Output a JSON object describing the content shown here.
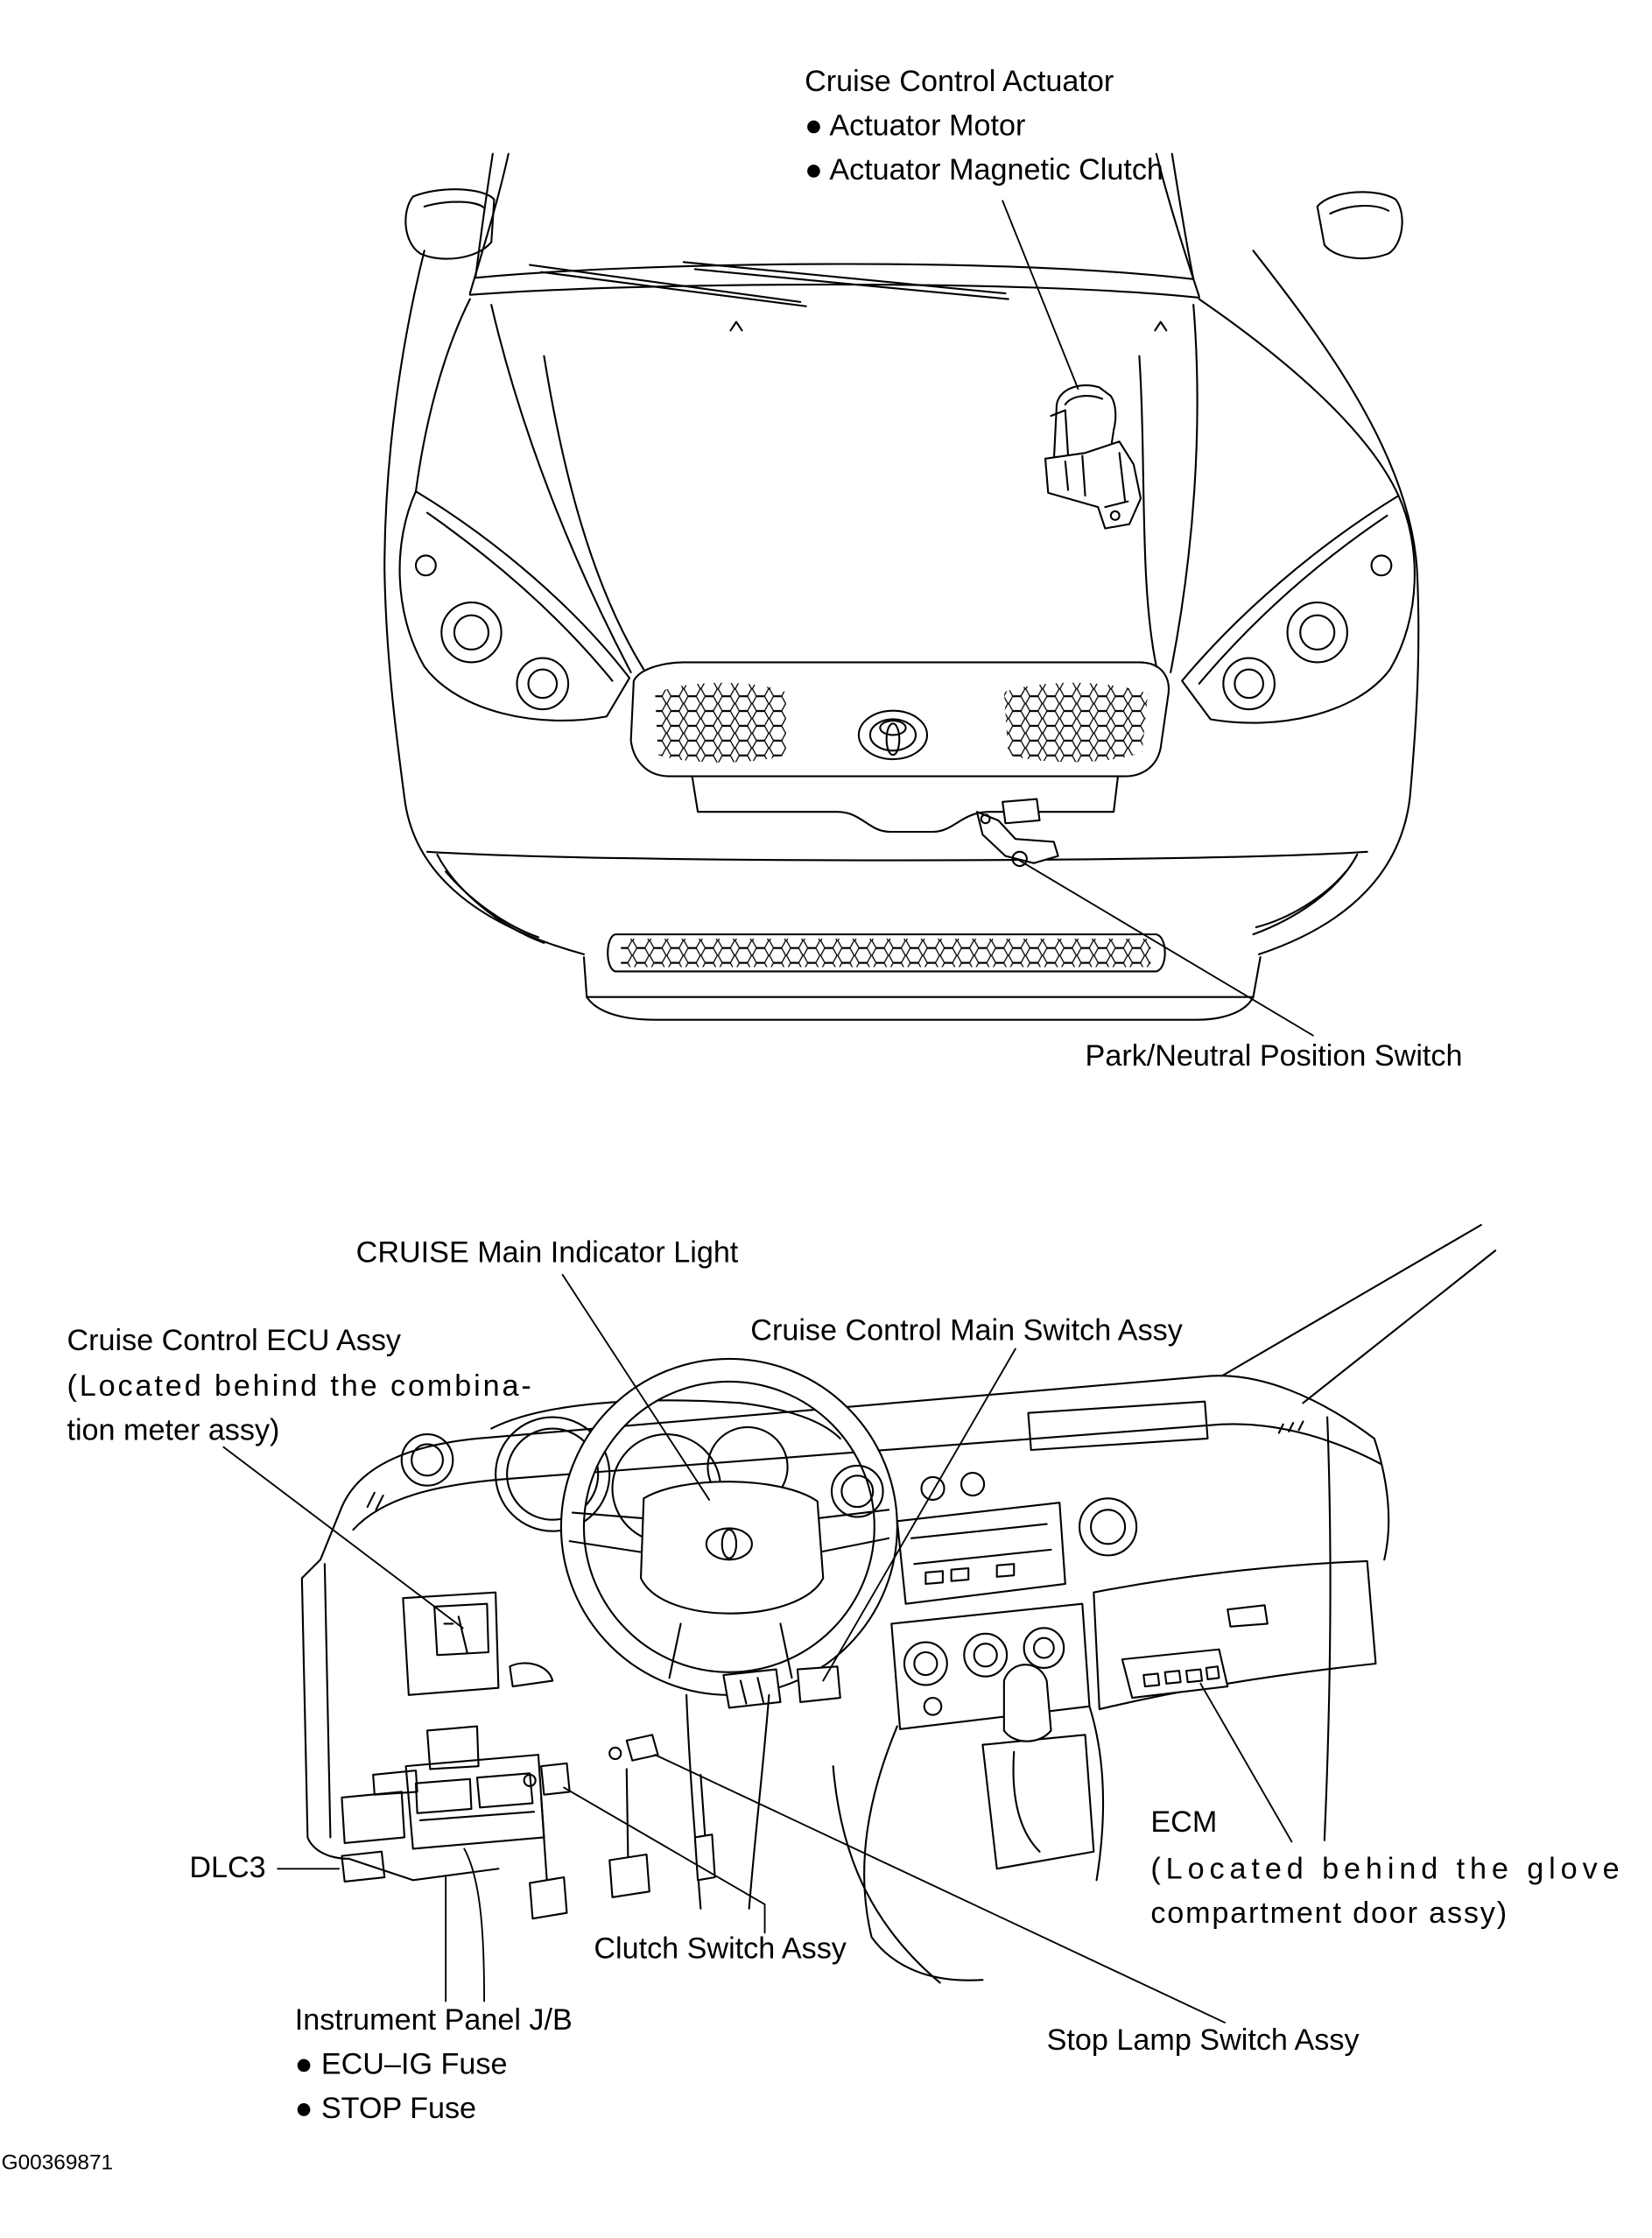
{
  "labels": {
    "actuator": {
      "title": "Cruise Control Actuator",
      "items": [
        "● Actuator Motor",
        "● Actuator Magnetic Clutch"
      ]
    },
    "park_neutral": "Park/Neutral Position Switch",
    "indicator_light": "CRUISE Main Indicator Light",
    "ecu": {
      "title": "Cruise Control ECU Assy",
      "note_lines": [
        "(Located behind the combina-",
        "tion meter assy)"
      ]
    },
    "main_switch": "Cruise Control Main Switch Assy",
    "dlc3": "DLC3",
    "ecm": {
      "title": "ECM",
      "note_lines": [
        "(Located behind the glove",
        "compartment door assy)"
      ]
    },
    "clutch_switch": "Clutch Switch Assy",
    "junction_block": {
      "title": "Instrument Panel J/B",
      "items": [
        "● ECU–IG Fuse",
        "● STOP Fuse"
      ]
    },
    "stop_lamp_switch": "Stop Lamp Switch Assy"
  },
  "figure_id": "G00369871"
}
